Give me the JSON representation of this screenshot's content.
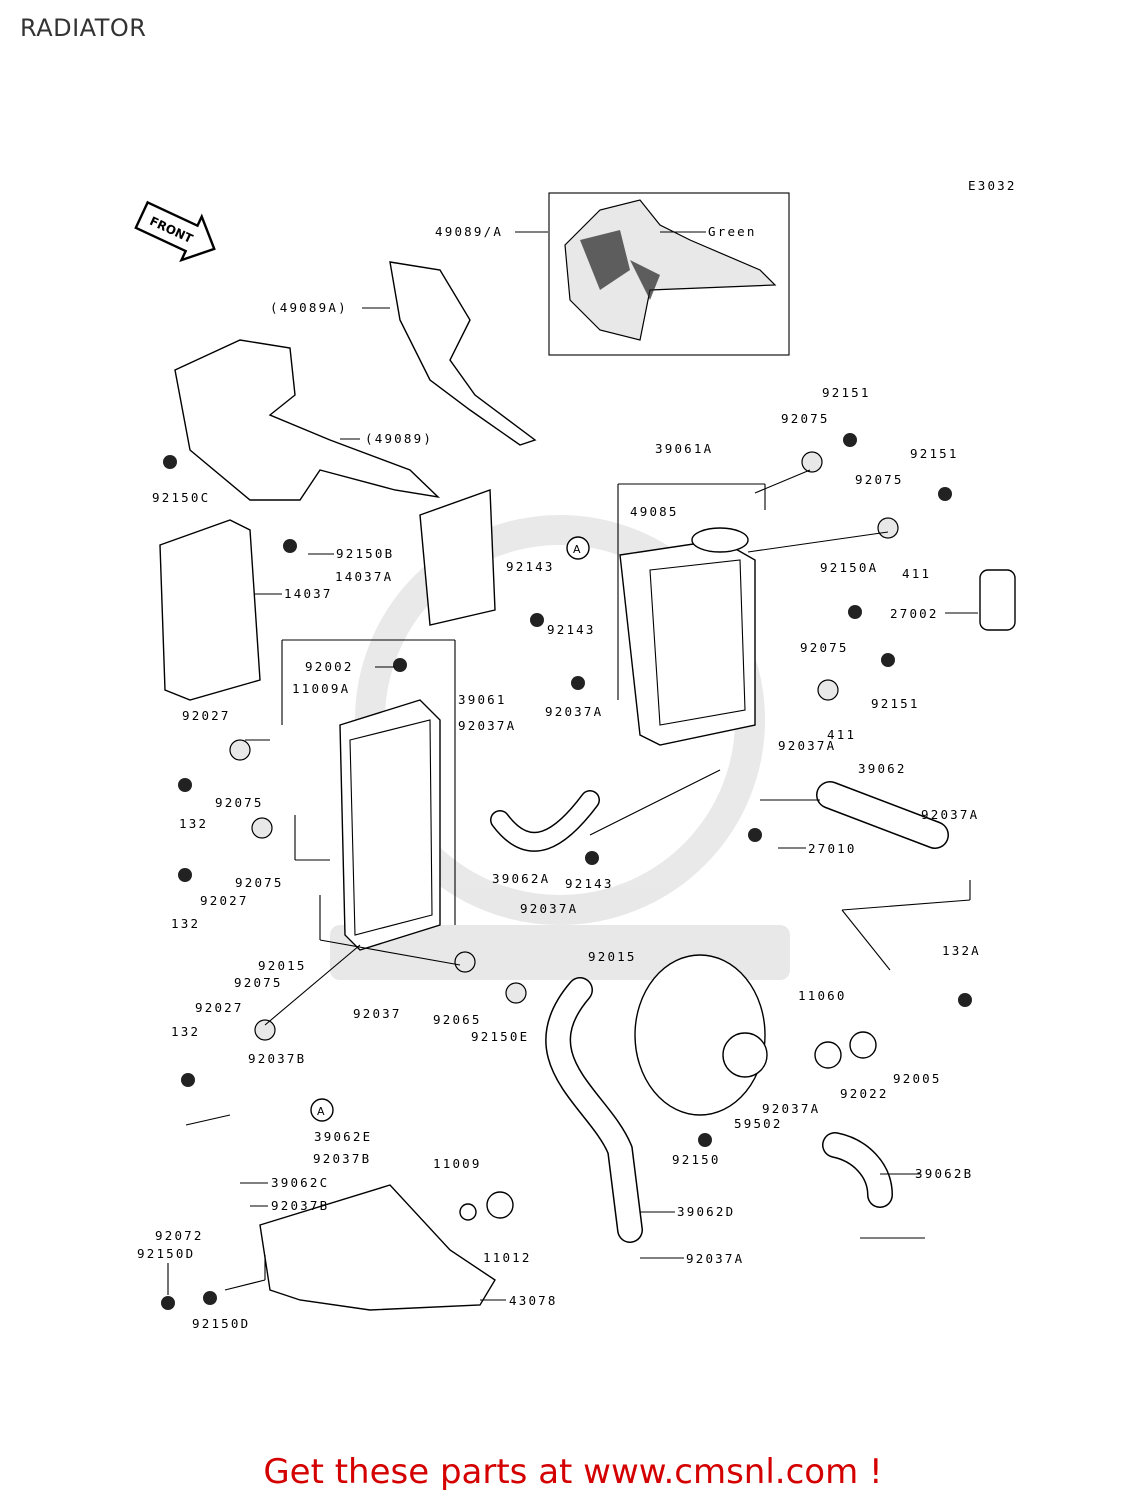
{
  "page_title": "RADIATOR",
  "diagram_code": "E3032",
  "front_label": "FRONT",
  "color_note": "Green",
  "callout_marker": "A",
  "footer_text": "Get these parts at www.cmsnl.com !",
  "parts": [
    "49089/A",
    "(49089A)",
    "(49089)",
    "92150C",
    "92150B",
    "14037",
    "14037A",
    "92151",
    "92075",
    "39061A",
    "92151",
    "92075",
    "49085",
    "92143",
    "92150A",
    "411",
    "27002",
    "92143",
    "92002",
    "11009A",
    "39061",
    "92037A",
    "92037A",
    "92075",
    "92151",
    "411",
    "92037A",
    "39062",
    "92027",
    "92075",
    "132",
    "92075",
    "132",
    "92027",
    "92037A",
    "27010",
    "39062A",
    "92143",
    "92037A",
    "92015",
    "92015",
    "92075",
    "132A",
    "92027",
    "11060",
    "92065",
    "92150E",
    "92037",
    "132",
    "92005",
    "92037B",
    "92022",
    "59502",
    "92037A",
    "39062E",
    "92037B",
    "11009",
    "92150",
    "39062B",
    "39062C",
    "92037B",
    "92072",
    "92150D",
    "11012",
    "39062D",
    "92037A",
    "43078",
    "92150D"
  ],
  "brand_colors": {
    "footer": "#d40000",
    "line": "#000000"
  }
}
